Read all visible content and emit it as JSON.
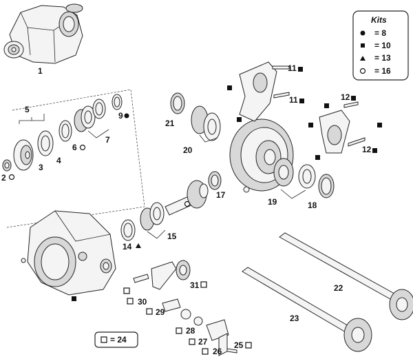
{
  "kits": {
    "title": "Kits",
    "rows": [
      {
        "symbol": "circle-filled",
        "value": "= 8"
      },
      {
        "symbol": "square-filled",
        "value": "= 10"
      },
      {
        "symbol": "triangle-filled",
        "value": "= 13"
      },
      {
        "symbol": "circle-open",
        "value": "= 16"
      }
    ]
  },
  "legend_box": {
    "symbol": "square-open",
    "value": "= 24"
  },
  "callouts": [
    {
      "id": "p1",
      "text": "1"
    },
    {
      "id": "p2",
      "text": "2"
    },
    {
      "id": "p3",
      "text": "3"
    },
    {
      "id": "p4",
      "text": "4"
    },
    {
      "id": "p5",
      "text": "5"
    },
    {
      "id": "p6",
      "text": "6"
    },
    {
      "id": "p7",
      "text": "7"
    },
    {
      "id": "p9",
      "text": "9"
    },
    {
      "id": "p11a",
      "text": "11"
    },
    {
      "id": "p11b",
      "text": "11"
    },
    {
      "id": "p12a",
      "text": "12"
    },
    {
      "id": "p12b",
      "text": "12"
    },
    {
      "id": "p14",
      "text": "14"
    },
    {
      "id": "p15",
      "text": "15"
    },
    {
      "id": "p17",
      "text": "17"
    },
    {
      "id": "p18",
      "text": "18"
    },
    {
      "id": "p19",
      "text": "19"
    },
    {
      "id": "p20",
      "text": "20"
    },
    {
      "id": "p21",
      "text": "21"
    },
    {
      "id": "p22",
      "text": "22"
    },
    {
      "id": "p23",
      "text": "23"
    },
    {
      "id": "p25",
      "text": "25"
    },
    {
      "id": "p26",
      "text": "26"
    },
    {
      "id": "p27",
      "text": "27"
    },
    {
      "id": "p28",
      "text": "28"
    },
    {
      "id": "p29",
      "text": "29"
    },
    {
      "id": "p30",
      "text": "30"
    },
    {
      "id": "p31",
      "text": "31"
    }
  ]
}
